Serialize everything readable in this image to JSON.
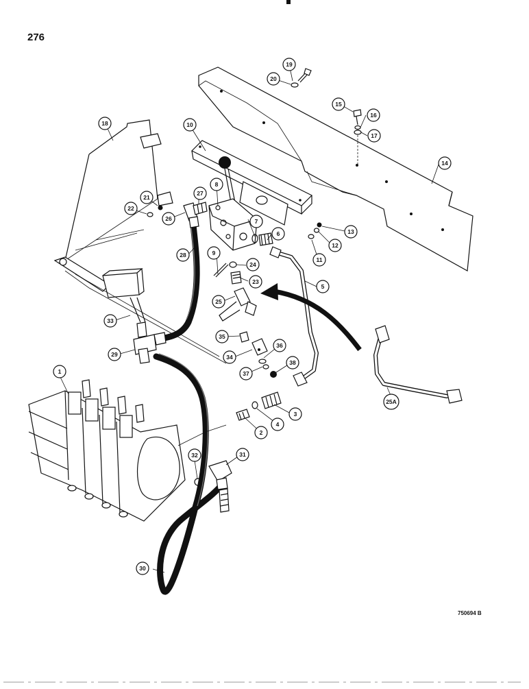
{
  "page": {
    "number": "276",
    "figure_code": "750694 B"
  },
  "callouts": {
    "c1": "1",
    "c2": "2",
    "c3": "3",
    "c4": "4",
    "c5": "5",
    "c6": "6",
    "c7": "7",
    "c8": "8",
    "c9": "9",
    "c10": "10",
    "c11": "11",
    "c12": "12",
    "c13": "13",
    "c14": "14",
    "c15": "15",
    "c16": "16",
    "c17": "17",
    "c18": "18",
    "c19": "19",
    "c20": "20",
    "c21": "21",
    "c22": "22",
    "c23": "23",
    "c24": "24",
    "c25": "25",
    "c25a": "25A",
    "c26": "26",
    "c27": "27",
    "c28": "28",
    "c29": "29",
    "c30": "30",
    "c31": "31",
    "c32": "32",
    "c33": "33",
    "c34": "34",
    "c35": "35",
    "c36": "36",
    "c37": "37",
    "c38": "38"
  }
}
